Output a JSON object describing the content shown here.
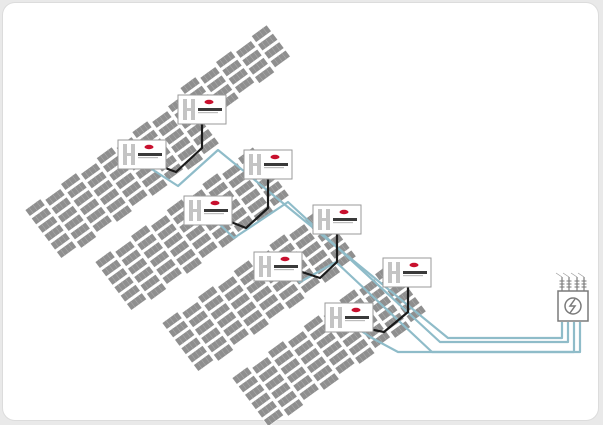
{
  "diagram": {
    "type": "solar-farm-layout",
    "colors": {
      "background": "#ffffff",
      "frame": "#e9e9e9",
      "panel": "#8f8f8f",
      "panel_edge": "#ffffff",
      "dc_cable": "#1a1a1a",
      "ac_cable": "#8fbcc9",
      "inverter_body": "#ffffff",
      "inverter_edge": "#9a9a9a",
      "inverter_logo": "#c8102e",
      "transformer": "#7a7a7a"
    },
    "icons": {
      "inverter": "string-inverter-icon",
      "transformer": "transformer-substation-icon",
      "panel": "solar-panel-icon"
    },
    "counts": {
      "inverters": 8,
      "panel_fields": 5,
      "transformers": 1
    }
  }
}
